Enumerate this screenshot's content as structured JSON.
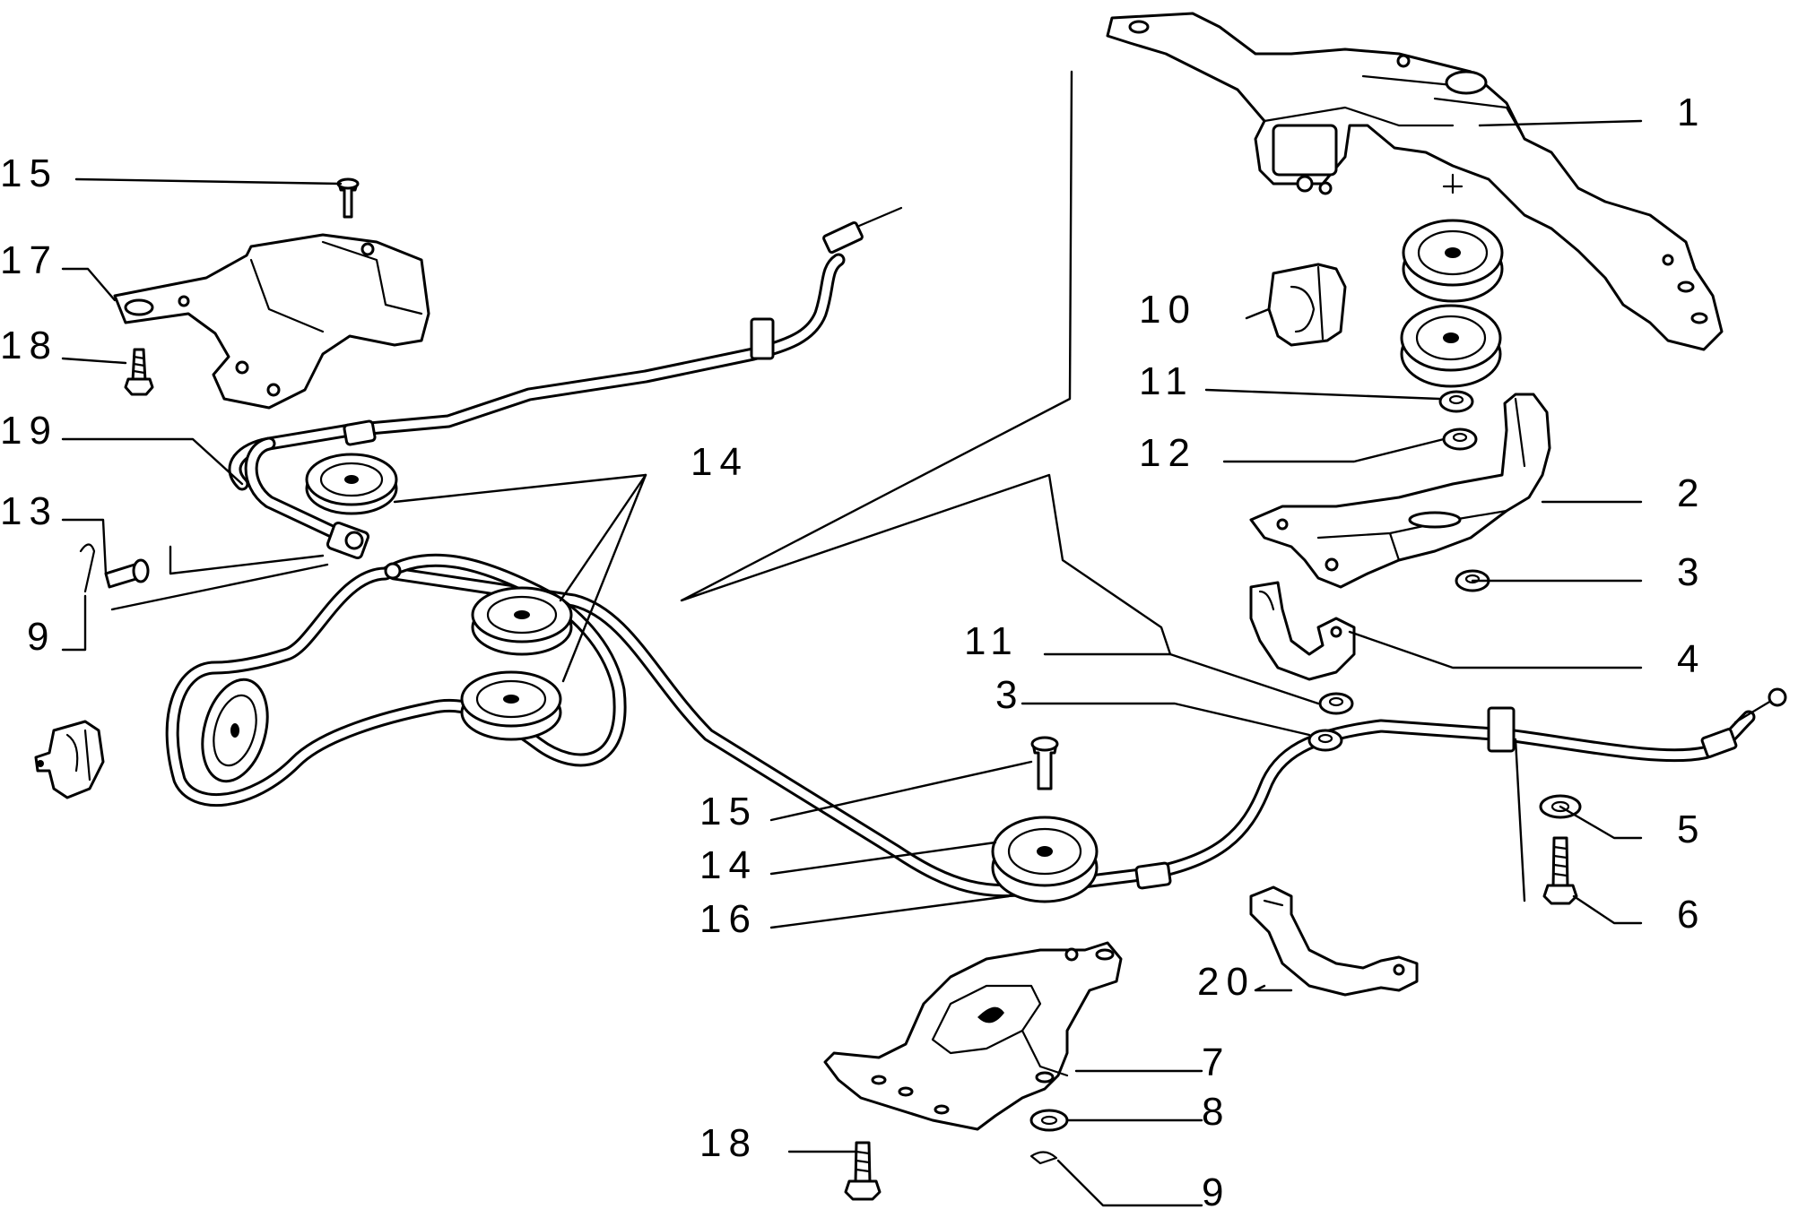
{
  "colors": {
    "ink": "#000000",
    "paper": "#ffffff"
  },
  "callouts": {
    "right_1": "1",
    "right_2": "2",
    "right_3": "3",
    "right_4": "4",
    "right_5": "5",
    "right_6": "6",
    "bottom_7": "7",
    "bottom_8": "8",
    "bottom_9": "9",
    "top_10": "10",
    "top_11": "11",
    "top_12": "12",
    "mid_11": "11",
    "mid_3": "3",
    "left_15": "15",
    "left_17": "17",
    "left_18": "18",
    "left_19": "19",
    "left_13": "13",
    "left_9": "9",
    "mid_14": "14",
    "center_15": "15",
    "center_14": "14",
    "center_16": "16",
    "bottom_20": "20",
    "bottom_18": "18"
  }
}
